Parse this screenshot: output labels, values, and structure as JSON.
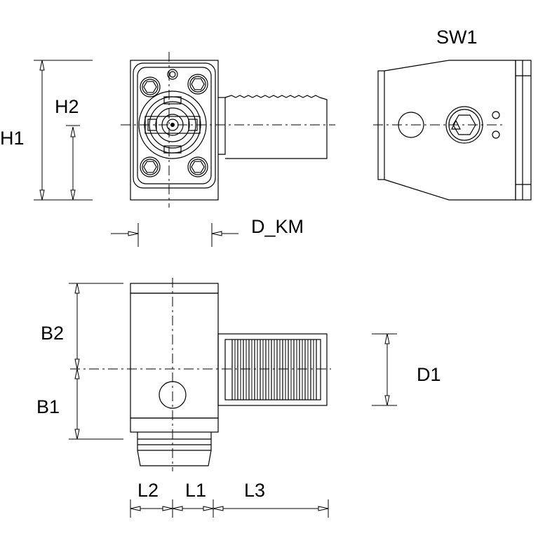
{
  "labels": {
    "sw1": "SW1",
    "h1": "H1",
    "h2": "H2",
    "d_km": "D_KM",
    "b2": "B2",
    "b1": "B1",
    "d1": "D1",
    "l2": "L2",
    "l1": "L1",
    "l3": "L3"
  }
}
